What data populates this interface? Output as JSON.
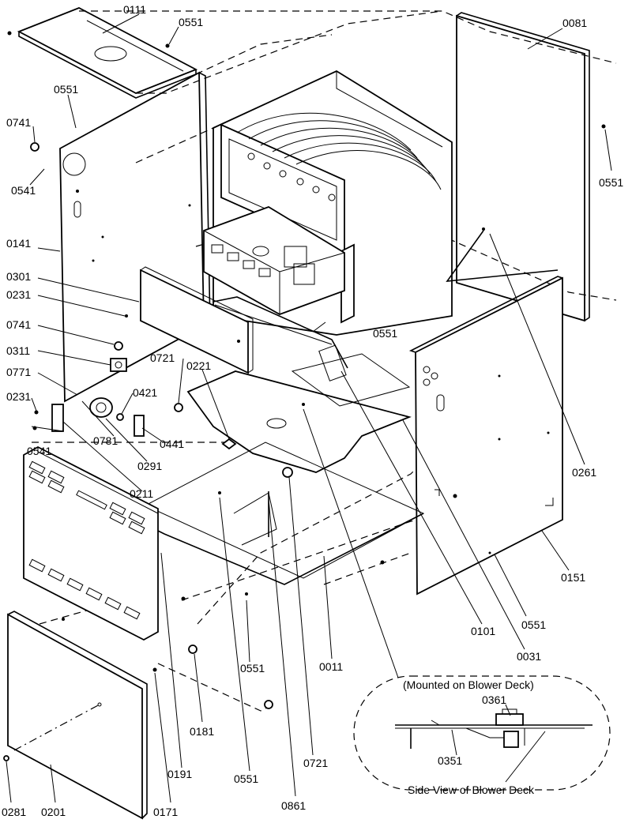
{
  "parts": [
    {
      "key": "p0111_top",
      "text": "0111"
    },
    {
      "key": "p0551_a",
      "text": "0551"
    },
    {
      "key": "p0081",
      "text": "0081"
    },
    {
      "key": "p0551_b",
      "text": "0551"
    },
    {
      "key": "p0741_a",
      "text": "0741"
    },
    {
      "key": "p0551_c",
      "text": "0551"
    },
    {
      "key": "p0541_a",
      "text": "0541"
    },
    {
      "key": "p0141",
      "text": "0141"
    },
    {
      "key": "p0301",
      "text": "0301"
    },
    {
      "key": "p0231_a",
      "text": "0231"
    },
    {
      "key": "p0741_b",
      "text": "0741"
    },
    {
      "key": "p0311",
      "text": "0311"
    },
    {
      "key": "p0771",
      "text": "0771"
    },
    {
      "key": "p0231_b",
      "text": "0231"
    },
    {
      "key": "p0721_a",
      "text": "0721"
    },
    {
      "key": "p0221",
      "text": "0221"
    },
    {
      "key": "p0421",
      "text": "0421"
    },
    {
      "key": "p0551_d",
      "text": "0551"
    },
    {
      "key": "p0781",
      "text": "0781"
    },
    {
      "key": "p0441",
      "text": "0441"
    },
    {
      "key": "p0541_b",
      "text": "0541"
    },
    {
      "key": "p0291",
      "text": "0291"
    },
    {
      "key": "p0211",
      "text": "0211"
    },
    {
      "key": "p0261",
      "text": "0261"
    },
    {
      "key": "p0151",
      "text": "0151"
    },
    {
      "key": "p0551_e",
      "text": "0551"
    },
    {
      "key": "p0101",
      "text": "0101"
    },
    {
      "key": "p0031",
      "text": "0031"
    },
    {
      "key": "p0551_f",
      "text": "0551"
    },
    {
      "key": "p0011",
      "text": "0011"
    },
    {
      "key": "p0181",
      "text": "0181"
    },
    {
      "key": "p0191",
      "text": "0191"
    },
    {
      "key": "p0721_b",
      "text": "0721"
    },
    {
      "key": "p0551_g",
      "text": "0551"
    },
    {
      "key": "p0861",
      "text": "0861"
    },
    {
      "key": "p0281",
      "text": "0281"
    },
    {
      "key": "p0201",
      "text": "0201"
    },
    {
      "key": "p0171",
      "text": "0171"
    }
  ],
  "inset": {
    "caption_top": "(Mounted on Blower Deck)",
    "caption_bottom": "Side View of Blower Deck",
    "label_0361": "0361",
    "label_0351": "0351"
  }
}
